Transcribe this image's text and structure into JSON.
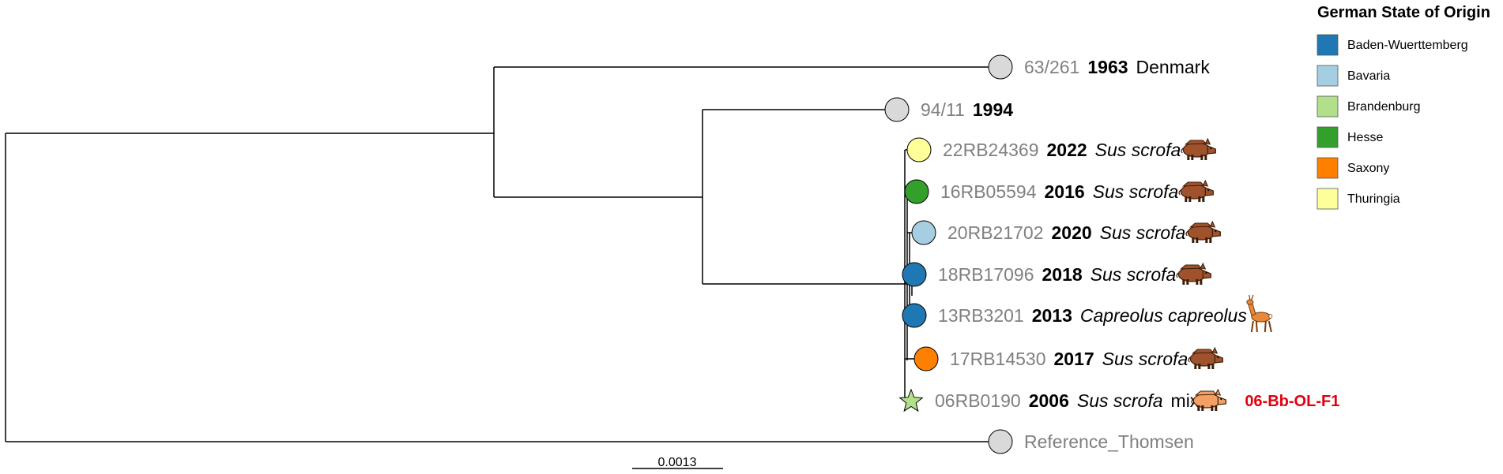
{
  "legend": {
    "title": "German State of Origin",
    "items": [
      {
        "label": "Baden-Wuerttemberg",
        "color": "#1f78b4"
      },
      {
        "label": "Bavaria",
        "color": "#a6cee3"
      },
      {
        "label": "Brandenburg",
        "color": "#b2df8a"
      },
      {
        "label": "Hesse",
        "color": "#33a02c"
      },
      {
        "label": "Saxony",
        "color": "#ff7f00"
      },
      {
        "label": "Thuringia",
        "color": "#ffff99"
      }
    ]
  },
  "scale_bar": {
    "label": "0.0013"
  },
  "leaves": [
    {
      "id": "63/261",
      "year": "1963",
      "species": "",
      "extra": "Denmark",
      "marker": "circle",
      "color": "#d9d9d9",
      "host_icon": "",
      "annotation": ""
    },
    {
      "id": "94/11",
      "year": "1994",
      "species": "",
      "extra": "",
      "marker": "circle",
      "color": "#d9d9d9",
      "host_icon": "",
      "annotation": ""
    },
    {
      "id": "22RB24369",
      "year": "2022",
      "species": "Sus scrofa",
      "extra": "",
      "marker": "circle",
      "color": "#ffff99",
      "host_icon": "wild-boar-icon",
      "annotation": ""
    },
    {
      "id": "16RB05594",
      "year": "2016",
      "species": "Sus scrofa",
      "extra": "",
      "marker": "circle",
      "color": "#33a02c",
      "host_icon": "wild-boar-icon",
      "annotation": ""
    },
    {
      "id": "20RB21702",
      "year": "2020",
      "species": "Sus scrofa",
      "extra": "",
      "marker": "circle",
      "color": "#a6cee3",
      "host_icon": "wild-boar-icon",
      "annotation": ""
    },
    {
      "id": "18RB17096",
      "year": "2018",
      "species": "Sus scrofa",
      "extra": "",
      "marker": "circle",
      "color": "#1f78b4",
      "host_icon": "wild-boar-icon",
      "annotation": ""
    },
    {
      "id": "13RB3201",
      "year": "2013",
      "species": "Capreolus capreolus",
      "extra": "",
      "marker": "circle",
      "color": "#1f78b4",
      "host_icon": "roe-deer-icon",
      "annotation": ""
    },
    {
      "id": "17RB14530",
      "year": "2017",
      "species": "Sus scrofa",
      "extra": "",
      "marker": "circle",
      "color": "#ff7f00",
      "host_icon": "wild-boar-icon",
      "annotation": ""
    },
    {
      "id": "06RB0190",
      "year": "2006",
      "species": "Sus scrofa",
      "extra": "mix",
      "marker": "star",
      "color": "#b2df8a",
      "host_icon": "domestic-pig-icon",
      "annotation": "06-Bb-OL-F1"
    },
    {
      "id": "Reference_Thomsen",
      "year": "",
      "species": "",
      "extra": "",
      "marker": "circle",
      "color": "#d9d9d9",
      "host_icon": "",
      "annotation": ""
    }
  ]
}
